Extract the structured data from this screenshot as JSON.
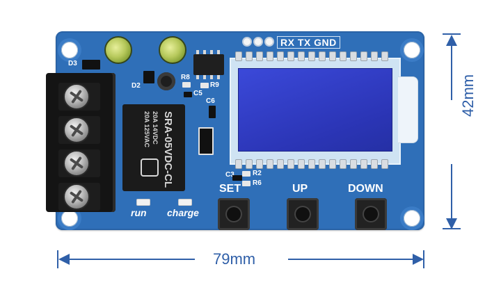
{
  "header": {
    "rx_tx_gnd": "RX TX GND"
  },
  "labels": {
    "d3": "D3",
    "d2": "D2",
    "r8": "R8",
    "c5": "C5",
    "r9": "R9",
    "c6": "C6",
    "c3": "C3",
    "r2": "R2",
    "r6": "R6",
    "set": "SET",
    "up": "UP",
    "down": "DOWN",
    "run": "run",
    "charge": "charge"
  },
  "relay": {
    "line1": "SRA-05VDC-CL",
    "line2": "20A 14VDC",
    "line3": "20A 125VAC"
  },
  "dimensions": {
    "width": "79mm",
    "height": "42mm"
  },
  "colors": {
    "board": "#2f6fb8",
    "lcd": "#2e3cc9",
    "dimension": "#2f5fa8"
  }
}
